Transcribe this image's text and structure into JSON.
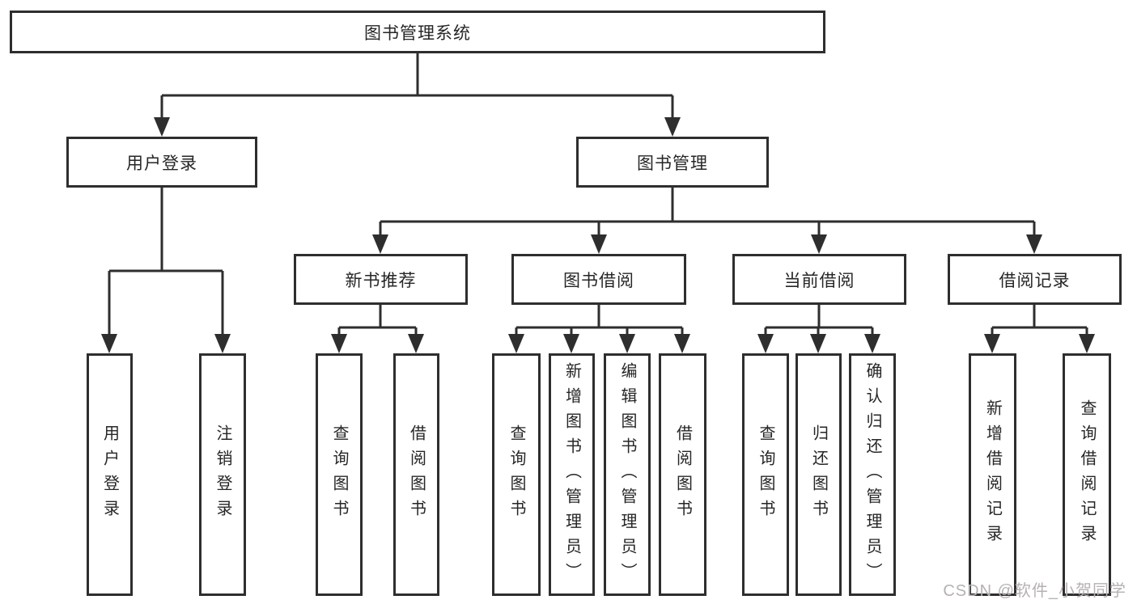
{
  "tree": {
    "root": {
      "label": "图书管理系统"
    },
    "branches": [
      {
        "label": "用户登录",
        "children": [
          {
            "label": "用户登录"
          },
          {
            "label": "注销登录"
          }
        ]
      },
      {
        "label": "图书管理",
        "children": [
          {
            "label": "新书推荐",
            "children": [
              {
                "label": "查询图书"
              },
              {
                "label": "借阅图书"
              }
            ]
          },
          {
            "label": "图书借阅",
            "children": [
              {
                "label": "查询图书"
              },
              {
                "label": "新增图书（管理员）"
              },
              {
                "label": "编辑图书（管理员）"
              },
              {
                "label": "借阅图书"
              }
            ]
          },
          {
            "label": "当前借阅",
            "children": [
              {
                "label": "查询图书"
              },
              {
                "label": "归还图书"
              },
              {
                "label": "确认归还（管理员）"
              }
            ]
          },
          {
            "label": "借阅记录",
            "children": [
              {
                "label": "新增借阅记录"
              },
              {
                "label": "查询借阅记录"
              }
            ]
          }
        ]
      }
    ]
  },
  "watermark": {
    "text": "CSDN @软件_小贺同学"
  },
  "colors": {
    "line": "#2e2e2e",
    "box_border": "#2e2e2e",
    "text": "#262626",
    "background": "#ffffff",
    "watermark": "#b7b1b1"
  }
}
